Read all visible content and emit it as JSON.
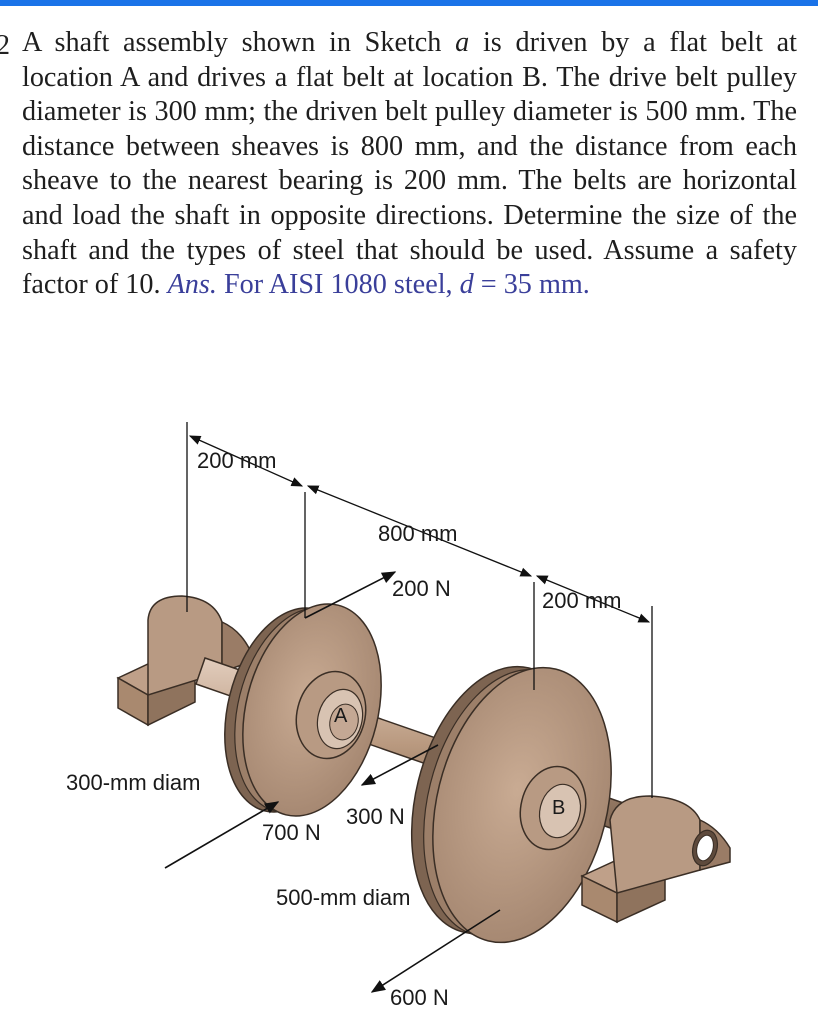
{
  "problem": {
    "number": "2",
    "text_1": "A shaft assembly shown in Sketch ",
    "sketch_var": "a",
    "text_2": " is driven by a flat belt at location A and drives a flat belt at location B. The drive belt pulley diameter is 300 mm; the driven belt pulley diameter is 500 mm. The distance between sheaves is 800 mm, and the distance from each sheave to the nearest bearing is 200 mm. The belts are horizontal and load the shaft in opposite directions. Determine the size of the shaft and the types of steel that should be used. Assume a safety factor of 10. ",
    "answer_label": "Ans.",
    "answer_text": " For AISI 1080 steel, ",
    "answer_var": "d",
    "answer_value": " = 35 mm."
  },
  "diagram": {
    "dim_left": "200 mm",
    "dim_middle": "800 mm",
    "dim_right": "200 mm",
    "force_top_A": "200 N",
    "force_bottom_A": "700 N",
    "force_top_B": "300 N",
    "force_bottom_B": "600 N",
    "pulley_A_label": "A",
    "pulley_B_label": "B",
    "pulley_A_diam": "300-mm diam",
    "pulley_B_diam": "500-mm diam"
  },
  "colors": {
    "accent_bar": "#1a73e8",
    "answer": "#3a3f9a",
    "metal_light": "#c9a88f",
    "metal_mid": "#a98a73",
    "metal_dark": "#6d5646"
  }
}
